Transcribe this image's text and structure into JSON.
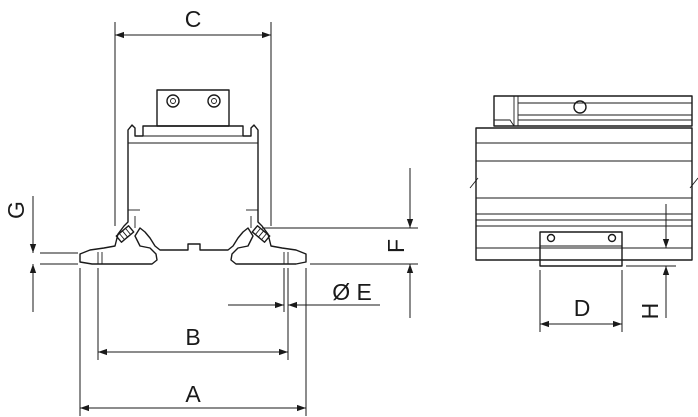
{
  "diagram": {
    "labels": {
      "A": "A",
      "B": "B",
      "C": "C",
      "D": "D",
      "E": "Ø E",
      "F": "F",
      "G": "G",
      "H": "H"
    }
  }
}
